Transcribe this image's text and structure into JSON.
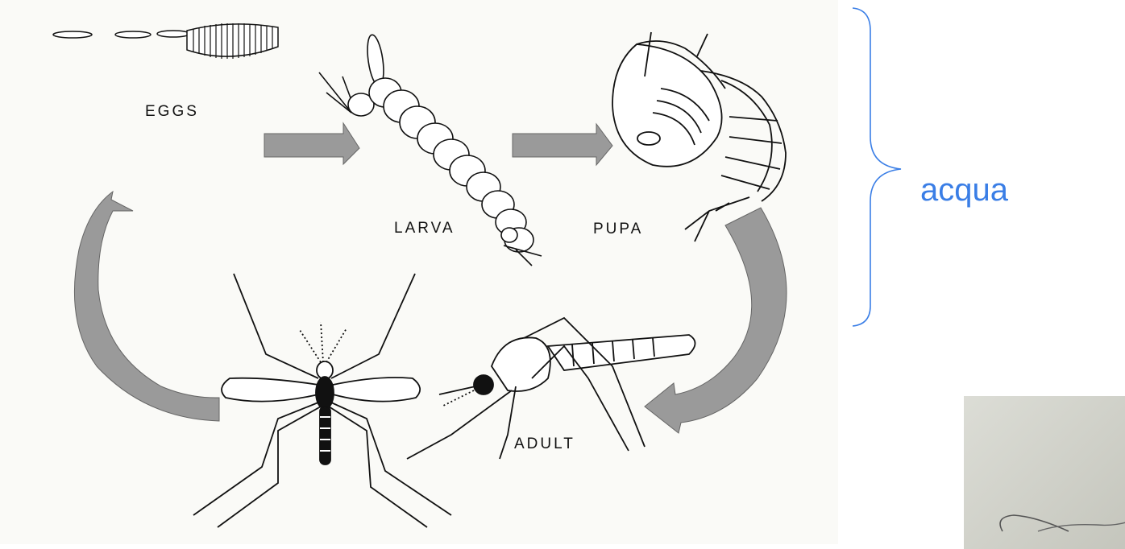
{
  "diagram": {
    "stages": {
      "eggs": "EGGS",
      "larva": "LARVA",
      "pupa": "PUPA",
      "adult": "ADULT"
    },
    "bracket_label": "acqua"
  },
  "colors": {
    "arrow": "#9a9a9a",
    "ink": "#111111",
    "bracket": "#3a7ee6",
    "paper": "#fafaf7"
  }
}
